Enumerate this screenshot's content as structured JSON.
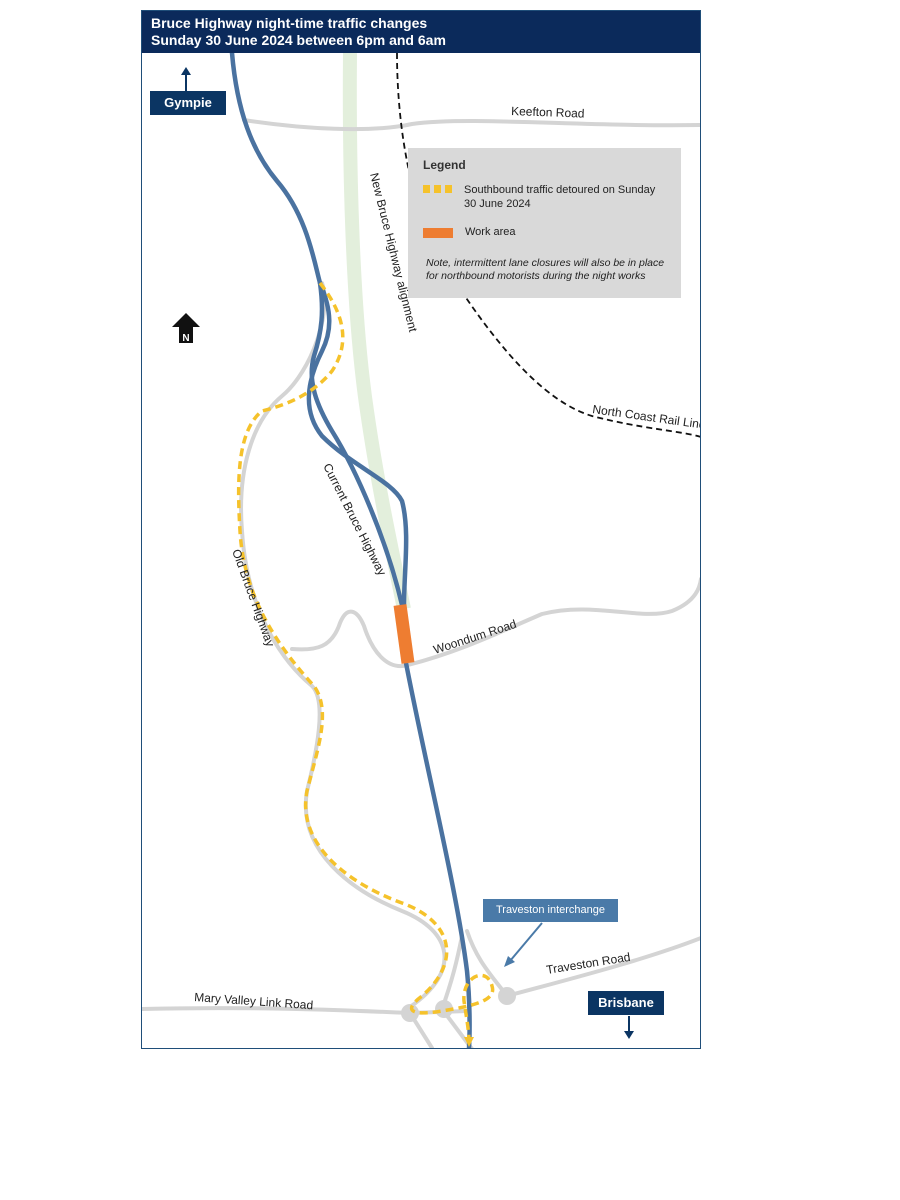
{
  "header": {
    "title_line1": "Bruce Highway night-time traffic changes",
    "title_line2": "Sunday 30 June 2024 between 6pm and 6am"
  },
  "places": {
    "north": "Gympie",
    "south": "Brisbane"
  },
  "compass": {
    "label": "N"
  },
  "legend": {
    "title": "Legend",
    "detour_label": "Southbound traffic detoured on Sunday 30 June 2024",
    "work_label": "Work area",
    "note": "Note, intermittent lane closures will also be in place for northbound motorists during the night works"
  },
  "roads": {
    "keefton": "Keefton Road",
    "new_highway": "New Bruce Highway alignment",
    "rail": "North Coast Rail Line",
    "current_highway": "Current Bruce Highway",
    "old_highway": "Old Bruce Highway",
    "woondum": "Woondum Road",
    "traveston": "Traveston Road",
    "mary_valley": "Mary Valley Link Road"
  },
  "callout": {
    "interchange": "Traveston interchange"
  },
  "colors": {
    "highway": "#4a72a0",
    "detour": "#f5c22b",
    "work_area": "#ee7d31",
    "new_alignment": "#e3efdc",
    "minor_road": "#d4d4d4",
    "header": "#0b2a5b"
  }
}
